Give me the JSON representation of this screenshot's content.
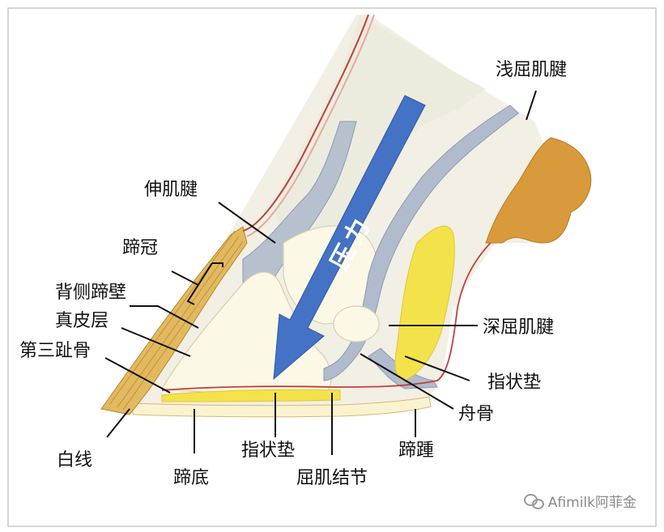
{
  "labels": {
    "superficial_flexor": "浅屈肌腱",
    "extensor_tendon": "伸肌腱",
    "coronary_band": "蹄冠",
    "dorsal_wall": "背侧蹄壁",
    "dermis": "真皮层",
    "coffin_bone": "第三趾骨",
    "deep_flexor": "深屈肌腱",
    "digital_cushion_right": "指状垫",
    "navicular_bone": "舟骨",
    "white_line": "白线",
    "sole": "蹄底",
    "digital_cushion_bottom": "指状垫",
    "flexor_tuberosity": "屈肌结节",
    "heel": "蹄踵"
  },
  "pressure_arrow": {
    "label": "压力",
    "color": "#4472c4"
  },
  "watermark": {
    "text": "Afimilk阿菲金",
    "icon": "wechat-icon"
  },
  "colors": {
    "frame_border": "#c9c9c9",
    "skin_line": "#c0403b",
    "hoof_wall": "#e3b960",
    "bone_fill": "#fbf8e6",
    "tendon_grey": "#a9b4c4",
    "cushion_yellow": "#f4e24a",
    "ergot_orange": "#d99a3c"
  }
}
